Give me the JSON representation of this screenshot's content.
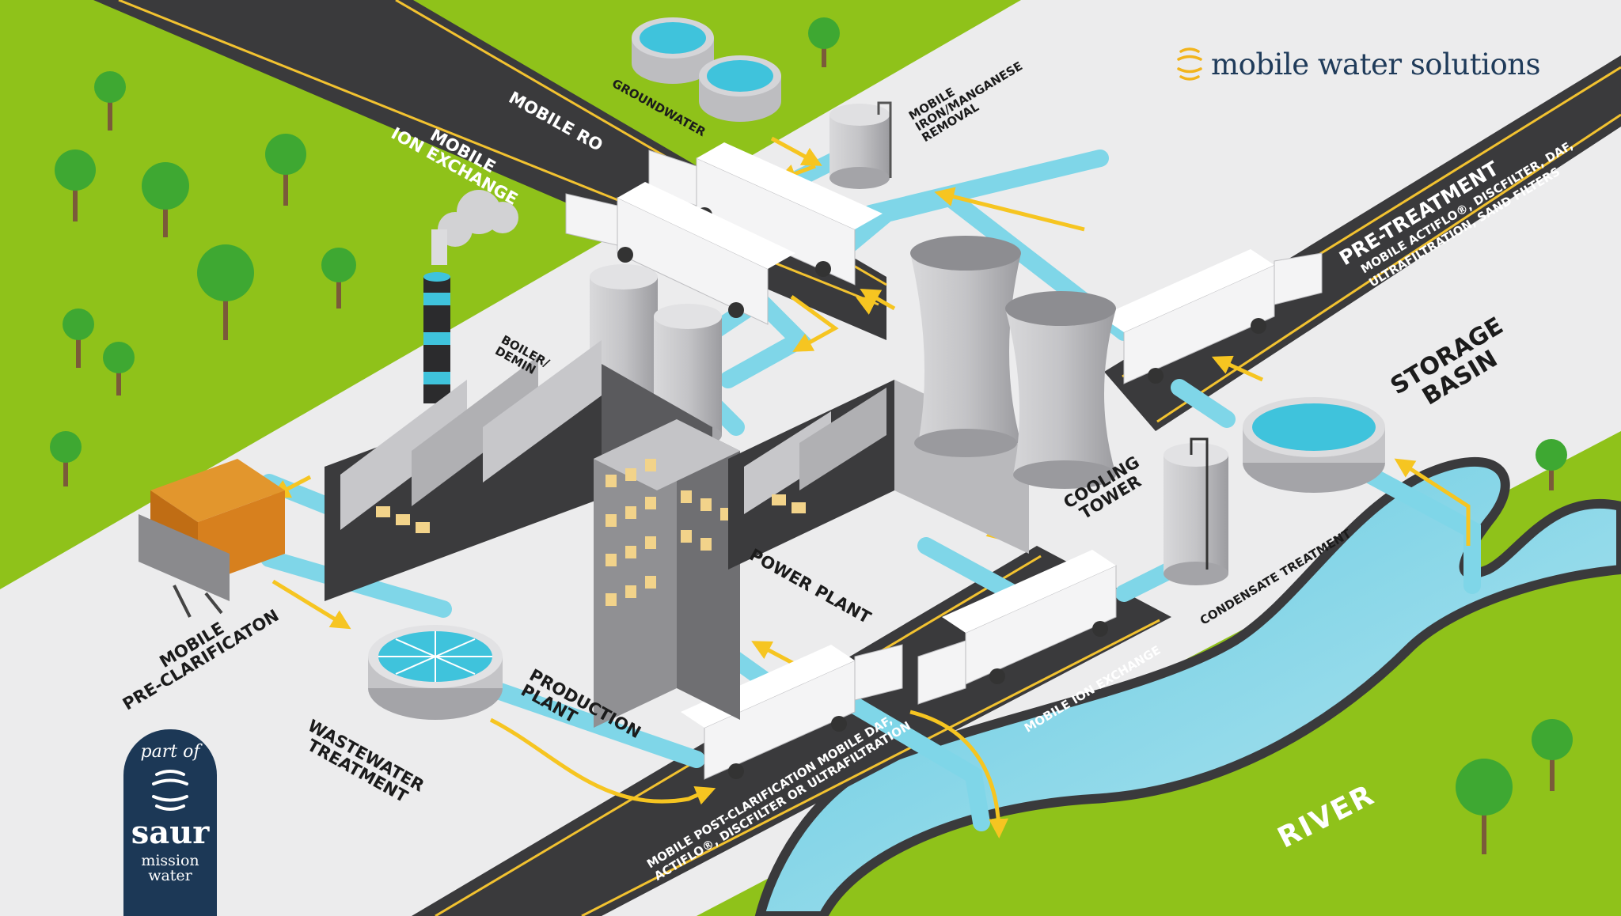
{
  "brand": {
    "name": "mobile water solutions"
  },
  "saur": {
    "part_of": "part of",
    "name": "saur",
    "tagline": "mission\nwater"
  },
  "labels": {
    "groundwater": "GROUNDWATER",
    "mobile_ro": "MOBILE RO",
    "mobile_ion_exchange_top": "MOBILE\nION EXCHANGE",
    "iron_manganese": "MOBILE\nIRON/MANGANESE\nREMOVAL",
    "pre_treatment_title": "PRE-TREATMENT",
    "pre_treatment_desc": "MOBILE ACTIFLO®, DISCFILTER, DAF,\nULTRAFILTRATION, SAND FILTERS",
    "boiler_demin": "BOILER/\nDEMIN",
    "storage_basin": "STORAGE\nBASIN",
    "cooling_tower": "COOLING\nTOWER",
    "power_plant": "POWER PLANT",
    "condensate_treatment": "CONDENSATE TREATMENT",
    "mobile_ion_exchange_bottom": "MOBILE ION EXCHANGE",
    "mobile_pre_clarification": "MOBILE\nPRE-CLARIFICATON",
    "production_plant": "PRODUCTION\nPLANT",
    "wastewater_treatment": "WASTEWATER\nTREATMENT",
    "post_clarification": "MOBILE POST-CLARIFICATION MOBILE DAF,\nACTIFLO®, DISCFILTER OR ULTRAFILTRATION",
    "river": "RIVER"
  },
  "colors": {
    "grass": "#8fc21a",
    "ground": "#ececed",
    "road": "#3a3a3c",
    "road_line": "#f2c230",
    "water": "#3fc3dc",
    "pipe": "#7fd6e8",
    "arrow": "#f6c521",
    "brand_navy": "#1c3856",
    "orange": "#d7801e"
  },
  "icons": {
    "brand_logo": "ripple-icon",
    "saur_logo": "ripple-icon"
  }
}
